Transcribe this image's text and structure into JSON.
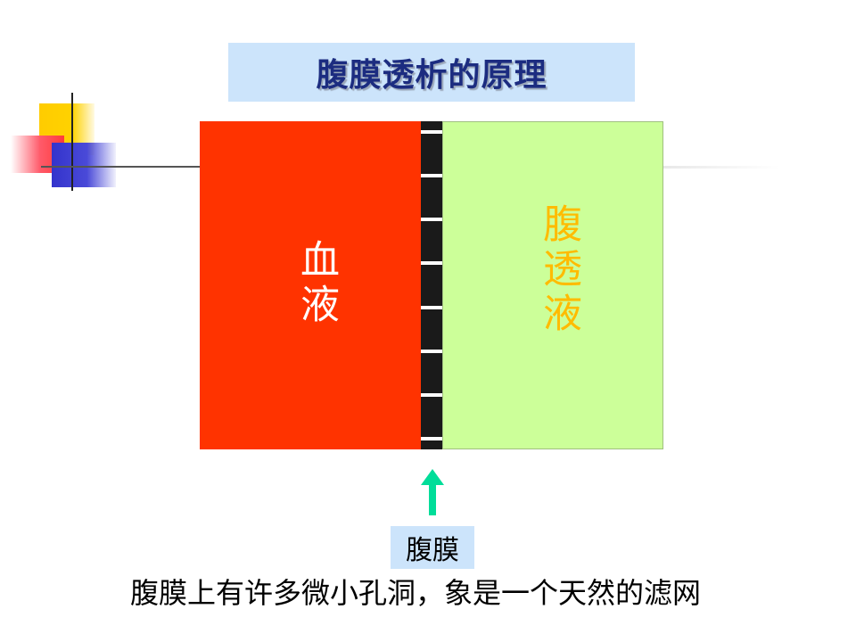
{
  "title": "腹膜透析的原理",
  "diagram": {
    "blood_label": "血液",
    "dialysate_label": "腹透液",
    "membrane_label": "腹膜",
    "pore_count": 8
  },
  "caption": "腹膜上有许多微小孔洞，象是一个天然的滤网",
  "colors": {
    "title_background": "#cce4fb",
    "title_text": "#1c2c80",
    "blood": "#ff3300",
    "dialysate": "#ccff99",
    "dialysate_text": "#ffbb00",
    "membrane": "#1a1a1a",
    "arrow": "#00dd99"
  },
  "icons": {
    "arrow": "arrow-up-icon"
  }
}
